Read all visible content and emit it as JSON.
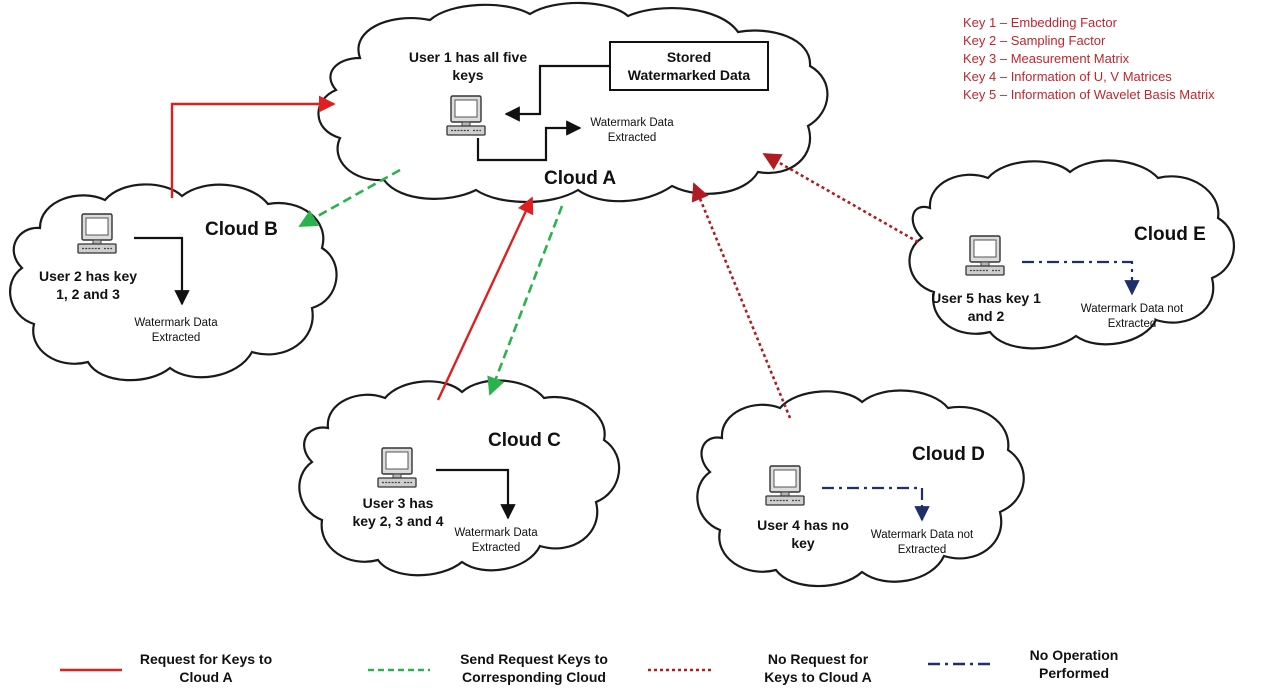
{
  "key_list": [
    "Key 1 – Embedding Factor",
    "Key 2 – Sampling Factor",
    "Key 3 – Measurement Matrix",
    "Key 4 – Information of U, V Matrices",
    "Key 5 – Information of Wavelet Basis Matrix"
  ],
  "colors": {
    "request": "#e02020",
    "send": "#2bb24c",
    "no_request": "#b01c22",
    "no_operation": "#1f2f6b",
    "key_text": "#c0262d"
  },
  "clouds": {
    "a": {
      "name": "Cloud A",
      "user": [
        "User 1 has all five",
        "keys"
      ],
      "store": [
        "Stored",
        "Watermarked Data"
      ],
      "result": [
        "Watermark Data",
        "Extracted"
      ]
    },
    "b": {
      "name": "Cloud B",
      "user": [
        "User 2 has key",
        "1, 2 and 3"
      ],
      "result": [
        "Watermark Data",
        "Extracted"
      ]
    },
    "c": {
      "name": "Cloud C",
      "user": [
        "User 3 has",
        "key 2, 3 and 4"
      ],
      "result": [
        "Watermark Data",
        "Extracted"
      ]
    },
    "d": {
      "name": "Cloud D",
      "user": [
        "User 4 has no",
        "key"
      ],
      "result": [
        "Watermark Data not",
        "Extracted"
      ]
    },
    "e": {
      "name": "Cloud E",
      "user": [
        "User 5 has key 1",
        "and 2"
      ],
      "result": [
        "Watermark Data not",
        "Extracted"
      ]
    }
  },
  "legend": [
    {
      "line": [
        "Request for Keys to",
        "Cloud A"
      ],
      "color": "#e02020",
      "style": "solid"
    },
    {
      "line": [
        "Send Request Keys to",
        "Corresponding Cloud"
      ],
      "color": "#2bb24c",
      "style": "dashed"
    },
    {
      "line": [
        "No Request for",
        "Keys to Cloud A"
      ],
      "color": "#b01c22",
      "style": "dotted"
    },
    {
      "line": [
        "No Operation",
        "Performed"
      ],
      "color": "#1f2f6b",
      "style": "dash-dot"
    }
  ]
}
